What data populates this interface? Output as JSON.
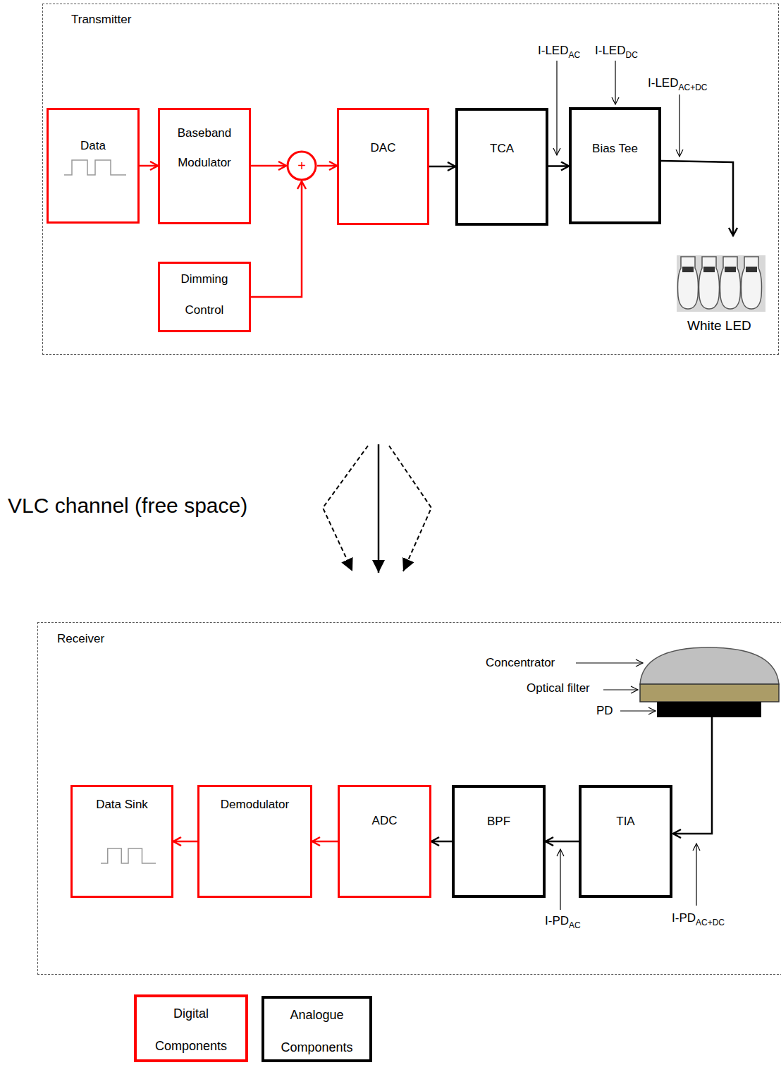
{
  "diagram": {
    "nodes": [
      {
        "text": [
          "Transmitter"
        ]
      },
      {
        "text": [
          "Data"
        ],
        "in": 0
      },
      {
        "text": [
          "Baseband Modulator"
        ],
        "in": 0
      },
      {
        "text": [
          "+"
        ],
        "in": 0
      },
      {
        "text": [
          "DAC"
        ],
        "in": 0
      },
      {
        "text": [
          "TCA"
        ],
        "in": 0
      },
      {
        "text": [
          "Bias Tee"
        ],
        "in": 0
      },
      {
        "text": [
          "Dimming Control"
        ],
        "in": 0
      },
      {
        "text": [
          "Receiver"
        ]
      },
      {
        "text": [
          "Data Sink"
        ],
        "in": 8
      },
      {
        "text": [
          "Demodulator"
        ],
        "in": 8
      },
      {
        "text": [
          "ADC"
        ],
        "in": 8
      },
      {
        "text": [
          "BPF"
        ],
        "in": 8
      },
      {
        "text": [
          "TIA"
        ],
        "in": 8
      }
    ],
    "edges": [
      {
        "from": 1,
        "to": 2,
        "arrow": "to"
      },
      {
        "from": 2,
        "to": 3,
        "arrow": "to"
      },
      {
        "from": 7,
        "to": 3,
        "arrow": "to"
      },
      {
        "from": 3,
        "to": 4,
        "arrow": "to"
      },
      {
        "from": 4,
        "to": 5,
        "arrow": "to"
      },
      {
        "from": 5,
        "to": 6,
        "arrow": "to"
      },
      {
        "from": 13,
        "to": 12,
        "arrow": "to"
      },
      {
        "from": 12,
        "to": 11,
        "arrow": "to"
      },
      {
        "from": 11,
        "to": 10,
        "arrow": "to"
      },
      {
        "from": 10,
        "to": 9,
        "arrow": "to"
      }
    ],
    "labels": [
      "I-LED",
      "AC",
      "I-LED",
      "DC",
      "I-LED",
      "AC+DC",
      "White LED",
      "VLC channel (free space)",
      "Concentrator",
      "Optical filter",
      "PD",
      "I-PD",
      "AC",
      "I-PD",
      "AC+DC"
    ],
    "legend": [
      {
        "text": "Digital Components",
        "color": "#ff0000"
      },
      {
        "text": "Analogue Components",
        "color": "#000000"
      }
    ]
  }
}
